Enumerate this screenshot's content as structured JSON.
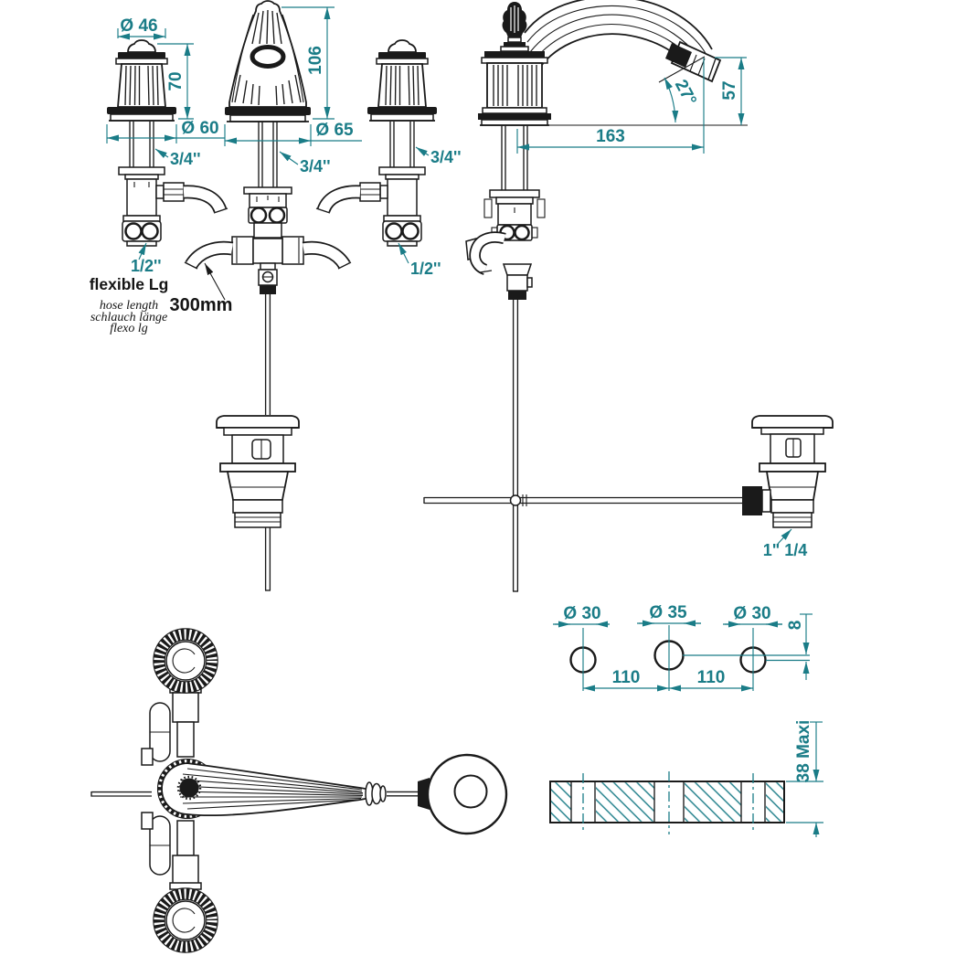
{
  "colors": {
    "accent": "#1a7c87",
    "line": "#1a1a1a",
    "background": "#ffffff"
  },
  "front_view": {
    "handle_top_diameter": "Ø 46",
    "handle_height": "70",
    "spout_height": "106",
    "handle_base_diameter": "Ø 60",
    "spout_base_diameter": "Ø 65",
    "thread_left": "3/4''",
    "thread_center": "3/4''",
    "thread_right": "3/4''",
    "connection_left": "1/2''",
    "connection_right": "1/2''",
    "flexible_title": "flexible Lg",
    "flexible_en": "hose length",
    "flexible_de": "schlauch länge",
    "flexible_fr": "flexo lg",
    "hose_length": "300mm"
  },
  "side_view": {
    "spout_reach": "163",
    "spout_drop": "57",
    "spout_angle": "27°",
    "drain_thread": "1\" 1/4"
  },
  "hole_layout": {
    "hole_left_diameter": "Ø 30",
    "hole_center_diameter": "Ø 35",
    "hole_right_diameter": "Ø 30",
    "hole_offset": "8",
    "spacing_left": "110",
    "spacing_right": "110",
    "max_thickness": "38 Maxi"
  }
}
